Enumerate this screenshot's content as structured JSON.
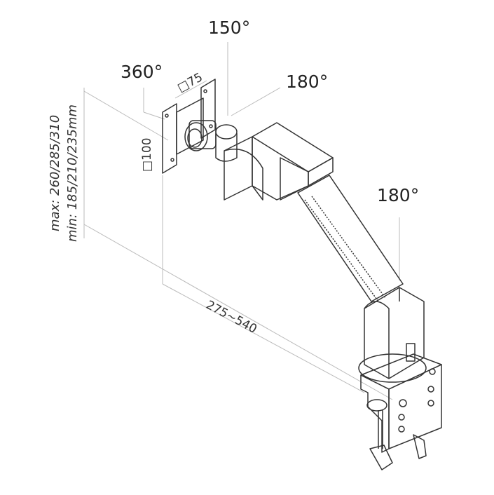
{
  "labels": {
    "rotation_top": "150°",
    "rotation_plate": "360°",
    "rotation_joint": "180°",
    "rotation_base": "180°",
    "vesa_small": "□75",
    "vesa_large": "□100",
    "height_max": "max: 260/285/310",
    "height_min": "min: 185/210/235mm",
    "reach": "275~540"
  },
  "colors": {
    "line": "#333333",
    "dimline": "#bbbbbb"
  }
}
